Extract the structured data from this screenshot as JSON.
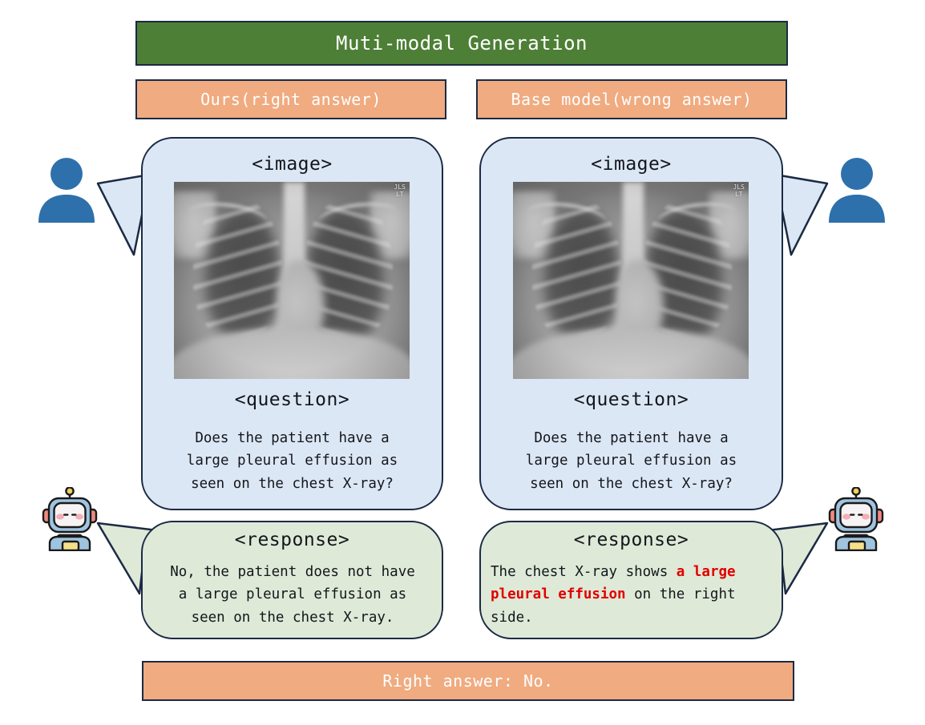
{
  "title_bar": {
    "text": "Muti-modal Generation",
    "bg_color": "#4d7f36",
    "text_color": "#ffffff"
  },
  "panels": {
    "left": {
      "label": "Ours(right answer)",
      "image_tag": "<image>",
      "question_tag": "<question>",
      "question_text": "Does the patient have a\nlarge pleural effusion as\nseen on the chest X-ray?",
      "response_tag": "<response>",
      "response_plain_1": "No, the patient does not have\na large pleural effusion as\nseen on the chest X-ray.",
      "xray_marker_line1": "JLS",
      "xray_marker_line2": "LT"
    },
    "right": {
      "label": "Base model(wrong answer)",
      "image_tag": "<image>",
      "question_tag": "<question>",
      "question_text": "Does the patient have a\nlarge pleural effusion as\nseen on the chest X-ray?",
      "response_tag": "<response>",
      "response_plain_1": "The chest X-ray shows ",
      "response_highlight": "a large\npleural effusion",
      "response_plain_2": " on the right\nside.",
      "xray_marker_line1": "JLS",
      "xray_marker_line2": "LT"
    }
  },
  "answer_bar": {
    "text": "Right answer: No.",
    "bg_color": "#f0ab80",
    "text_color": "#ffffff"
  },
  "label_bar": {
    "bg_color": "#f0ab80",
    "text_color": "#ffffff"
  },
  "colors": {
    "bubble_blue": "#dce7f5",
    "bubble_green": "#dfe9d7",
    "border_navy": "#1b2a44",
    "highlight_red": "#e00000",
    "person_blue": "#2e70ab"
  },
  "icons": {
    "person": "person-avatar",
    "robot": "robot-avatar"
  }
}
